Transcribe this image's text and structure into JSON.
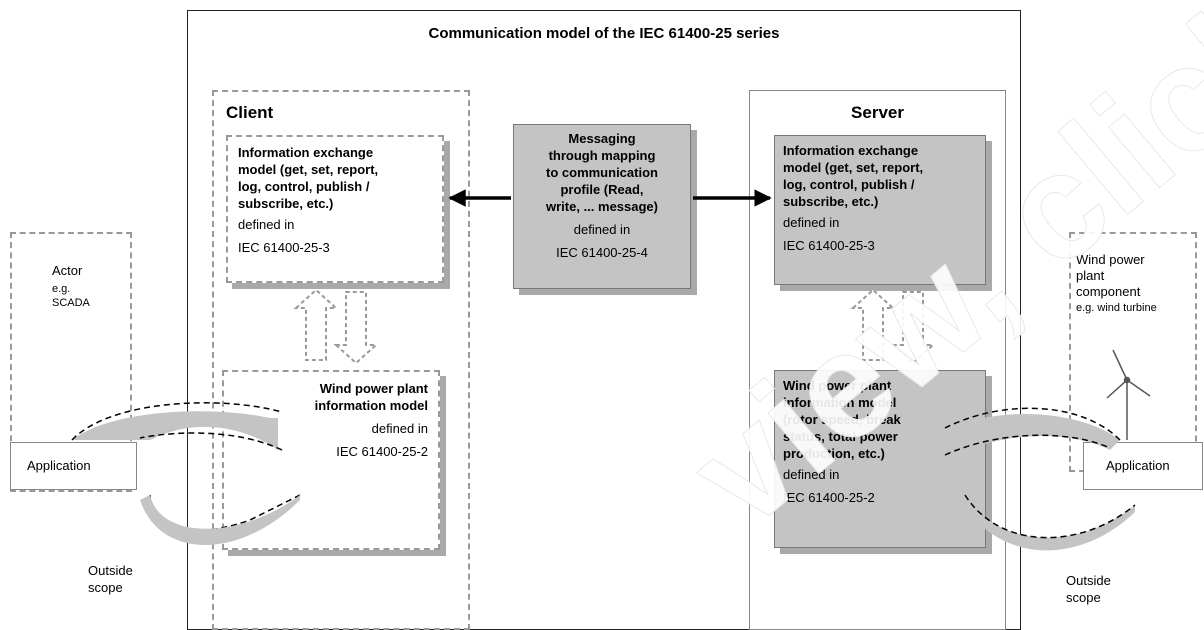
{
  "title": "Communication model of the IEC 61400-25 series",
  "client": {
    "label": "Client",
    "info_exchange": {
      "lines": [
        "Information exchange",
        "model (get, set, report,",
        "log, control, publish /",
        "subscribe, etc.)"
      ],
      "defined_in": "defined in",
      "standard": "IEC 61400-25-3"
    },
    "info_model": {
      "lines": [
        "Wind power plant",
        "information model"
      ],
      "defined_in": "defined in",
      "standard": "IEC 61400-25-2"
    }
  },
  "messaging": {
    "lines": [
      "Messaging",
      "through mapping",
      "to communication",
      "profile (Read,",
      "write, ... message)"
    ],
    "defined_in": "defined in",
    "standard": "IEC 61400-25-4"
  },
  "server": {
    "label": "Server",
    "info_exchange": {
      "lines": [
        "Information exchange",
        "model (get, set, report,",
        "log, control, publish /",
        "subscribe, etc.)"
      ],
      "defined_in": "defined in",
      "standard": "IEC 61400-25-3"
    },
    "info_model": {
      "lines": [
        "Wind power plant",
        "information model",
        "(rotor speed, break",
        "status, total power",
        "production, etc.)"
      ],
      "defined_in": "defined in",
      "standard": "IEC 61400-25-2"
    }
  },
  "actor": {
    "title": "Actor",
    "example_lines": [
      "e.g.",
      "SCADA"
    ],
    "application": "Application",
    "outside_scope": [
      "Outside",
      "scope"
    ]
  },
  "plant_component": {
    "title_lines": [
      "Wind power",
      "plant",
      "component"
    ],
    "example": "e.g. wind turbine",
    "application": "Application",
    "outside_scope": [
      "Outside",
      "scope"
    ]
  },
  "watermark": "view, click buy full",
  "colors": {
    "grey_box": "#c4c4c4",
    "dashed_border": "#999999",
    "watermark": "#ffffff"
  }
}
